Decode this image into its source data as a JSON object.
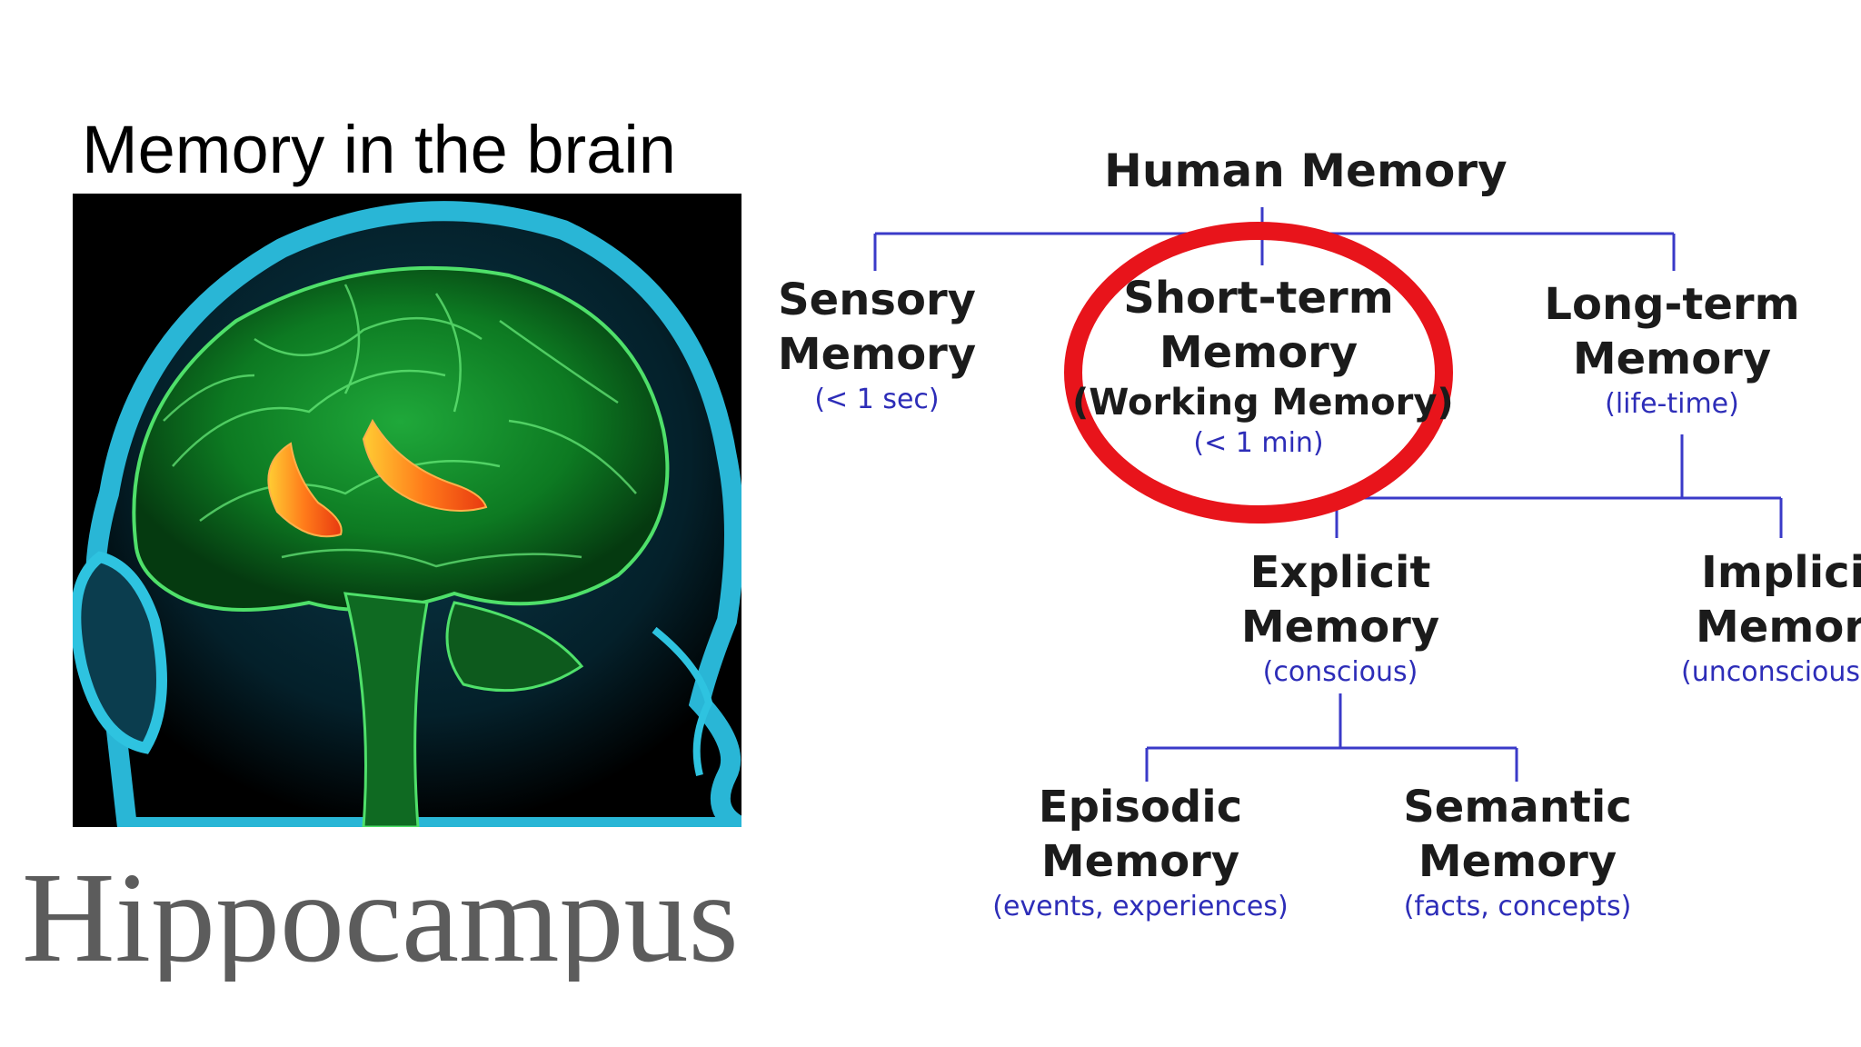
{
  "left_panel": {
    "title": "Memory in the brain",
    "label": "Hippocampus"
  },
  "diagram": {
    "root": "Human Memory",
    "sensory": {
      "line1": "Sensory",
      "line2": "Memory",
      "sub": "(< 1 sec)"
    },
    "short_term": {
      "line1": "Short-term",
      "line2": "Memory",
      "line3": "(Working Memory)",
      "sub": "(< 1 min)"
    },
    "long_term": {
      "line1": "Long-term",
      "line2": "Memory",
      "sub": "(life-time)"
    },
    "explicit": {
      "line1": "Explicit",
      "line2": "Memory",
      "sub": "(conscious)"
    },
    "implicit": {
      "line1": "Implicit",
      "line2": "Memory",
      "sub": "(unconscious)"
    },
    "episodic": {
      "line1": "Episodic",
      "line2": "Memory",
      "sub": "(events, experiences)"
    },
    "semantic": {
      "line1": "Semantic",
      "line2": "Memory",
      "sub": "(facts, concepts)"
    },
    "colors": {
      "connector": "#3a3ac8",
      "subtitle": "#2d2db8",
      "highlight": "#e8141b"
    }
  }
}
